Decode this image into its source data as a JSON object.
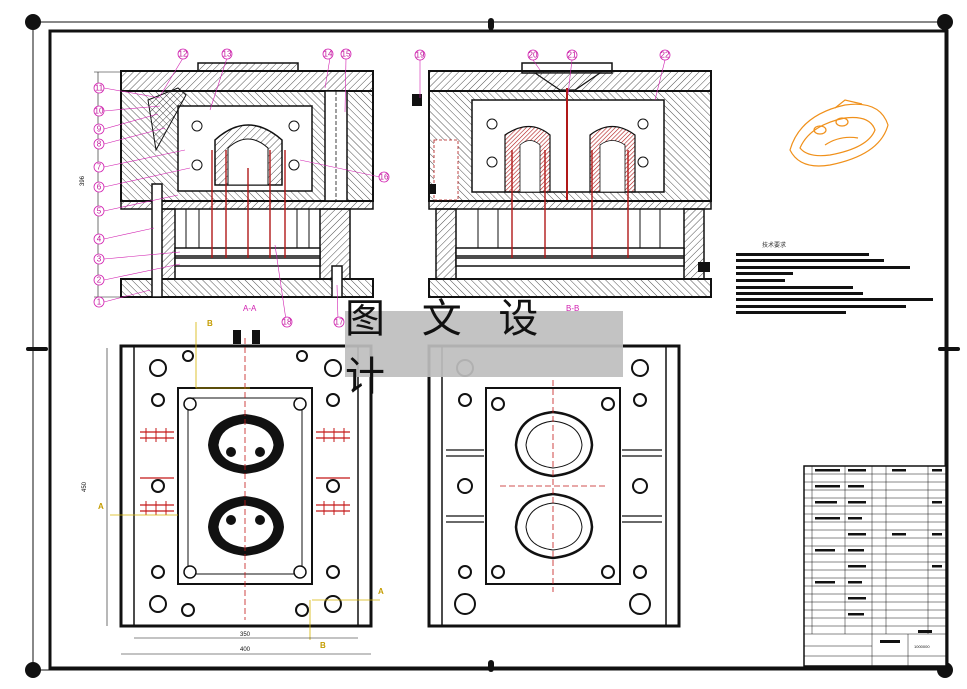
{
  "watermark": "图 文 设 计",
  "notes_title": "技术要求",
  "section_labels": {
    "left": "A-A",
    "right": "B-B"
  },
  "section_letters": {
    "a": "A",
    "b": "B"
  },
  "balloons": {
    "left_column": [
      "11",
      "10",
      "9",
      "8",
      "7",
      "6",
      "5",
      "4",
      "3",
      "2",
      "1"
    ],
    "top_left": [
      "12",
      "13",
      "14",
      "15"
    ],
    "side": "16",
    "bottom_left": [
      "18",
      "17"
    ],
    "top_right": [
      "19",
      "20",
      "21",
      "22"
    ]
  },
  "dimensions": {
    "height_side": "396",
    "height_plan": "450",
    "width_inner": "350",
    "width_outer": "400"
  },
  "title_block": {
    "drawing_no": "1000000"
  },
  "colors": {
    "balloon": "#d11fb0",
    "hatch_red": "#c41717",
    "part_orange": "#f0901a",
    "section_yellow": "#d6b400"
  }
}
